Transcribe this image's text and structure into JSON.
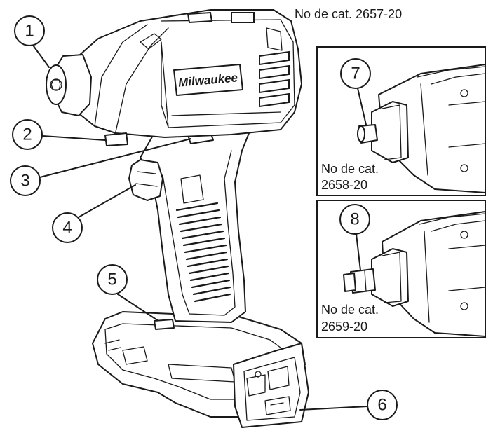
{
  "figure": {
    "main_catalog": "No de cat. 2657-20",
    "inset_top": {
      "catalog_line1": "No de cat.",
      "catalog_line2": "2658-20"
    },
    "inset_bottom": {
      "catalog_line1": "No de cat.",
      "catalog_line2": "2659-20"
    },
    "brand_logo_text": "Milwaukee",
    "callouts": [
      "1",
      "2",
      "3",
      "4",
      "5",
      "6",
      "7",
      "8"
    ]
  }
}
